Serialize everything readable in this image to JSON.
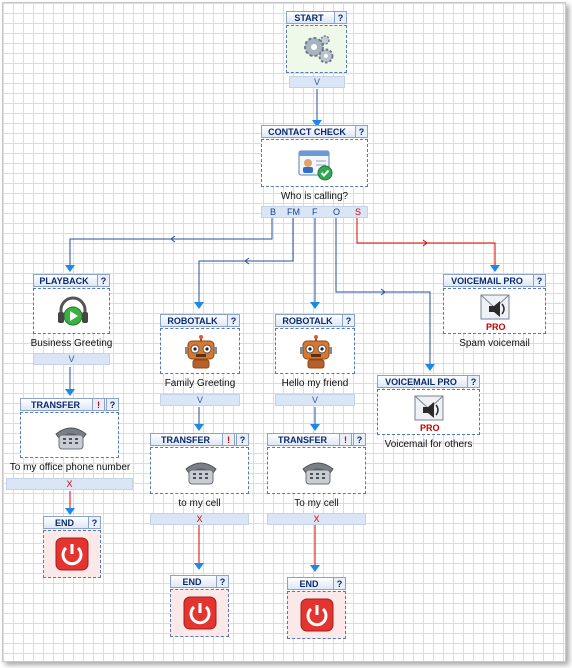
{
  "nodes": {
    "start": {
      "title": "START",
      "help": "?",
      "port": "V"
    },
    "contact_check": {
      "title": "CONTACT CHECK",
      "help": "?",
      "caption": "Who is calling?",
      "ports": [
        "B",
        "FM",
        "F",
        "O",
        "S"
      ]
    },
    "playback": {
      "title": "PLAYBACK",
      "help": "?",
      "caption": "Business Greeting",
      "port": "V"
    },
    "transfer1": {
      "title": "TRANSFER",
      "warn": "!",
      "help": "?",
      "caption": "To my office phone number",
      "port": "X"
    },
    "end1": {
      "title": "END",
      "help": "?"
    },
    "robotalk1": {
      "title": "ROBOTALK",
      "help": "?",
      "caption": "Family Greeting",
      "port": "V"
    },
    "transfer2": {
      "title": "TRANSFER",
      "warn": "!",
      "help": "?",
      "caption": "to my cell",
      "port": "X"
    },
    "end2": {
      "title": "END",
      "help": "?"
    },
    "robotalk2": {
      "title": "ROBOTALK",
      "help": "?",
      "caption": "Hello my friend",
      "port": "V"
    },
    "transfer3": {
      "title": "TRANSFER",
      "warn": "!",
      "help": "?",
      "caption": "To my cell",
      "port": "X"
    },
    "end3": {
      "title": "END",
      "help": "?"
    },
    "voicemail1": {
      "title": "VOICEMAIL PRO",
      "help": "?",
      "caption": "Spam voicemail",
      "badge": "PRO"
    },
    "voicemail2": {
      "title": "VOICEMAIL PRO",
      "help": "?",
      "caption": "Voicemail for others",
      "badge": "PRO"
    }
  },
  "colors": {
    "link_blue": "#2a4e96",
    "link_red": "#e00000",
    "arrow": "#1e88e5",
    "header_text": "#0b2a6e"
  }
}
